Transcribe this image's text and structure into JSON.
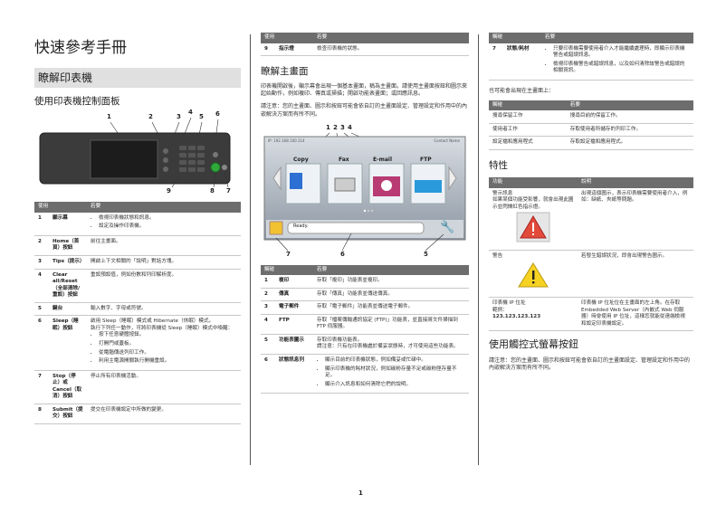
{
  "page_number": "1",
  "col1": {
    "title": "快速參考手冊",
    "section": "瞭解印表機",
    "subtitle": "使用印表機控制面板",
    "callouts": [
      "1",
      "2",
      "3",
      "4",
      "5",
      "6",
      "7",
      "8",
      "9"
    ],
    "table": {
      "headers": [
        "使用",
        "若要"
      ],
      "rows": [
        {
          "n": "1",
          "label": "顯示幕",
          "items": [
            "檢視印表機狀態和訊息。",
            "設定及操作印表機。"
          ]
        },
        {
          "n": "2",
          "label": "Home（首頁）按鈕",
          "text": "前往主畫面。"
        },
        {
          "n": "3",
          "label": "Tips（提示）",
          "text": "開啟上下文相關的「說明」對話方塊。"
        },
        {
          "n": "4",
          "label": "Clear all/Reset（全部清除/重設）按鈕",
          "text": "重設預設值，例如份數和列印解析度。"
        },
        {
          "n": "5",
          "label": "鍵台",
          "text": "輸入數字、字母或符號。"
        },
        {
          "n": "6",
          "label": "Sleep（睡眠）按鈕",
          "text": "啟用 Sleep（睡眠）模式或 Hibernate（休眠）模式。",
          "text2": "執行下列任一動作，可將印表機從 Sleep（睡眠）模式中喚醒：",
          "items": [
            "按下任意硬體按鈕。",
            "打開門或蓋板。",
            "從電腦傳送列印工作。",
            "利用主電源開關執行開機重設。"
          ]
        },
        {
          "n": "7",
          "label": "Stop（停止）或 Cancel（取消）按鈕",
          "text": "停止所有印表機活動。"
        },
        {
          "n": "8",
          "label": "Submit（提交）按鈕",
          "text": "提交在印表機設定中所做的變更。"
        }
      ]
    }
  },
  "col2": {
    "top_table": {
      "headers": [
        "使用",
        "若要"
      ],
      "rows": [
        {
          "n": "9",
          "label": "指示燈",
          "text": "檢查印表機的狀態。"
        }
      ]
    },
    "heading": "瞭解主畫面",
    "para1": "印表機開啟後，顯示幕會出現一個基本畫面，稱為主畫面。請使用主畫面按鈕和圖示來起始動作，例如複印、傳真或掃描；開啟功能表畫面；或回應訊息。",
    "para2": "請注意：您的主畫面、圖示和按鈕可能會依自訂的主畫面設定、管理設定和作用中的內嵌解決方案而有所不同。",
    "screen": {
      "ip": "IP: 192.168.100.114",
      "contact": "Contact Name",
      "callouts_top": [
        "1",
        "2",
        "3",
        "4"
      ],
      "icons": [
        "Copy",
        "Fax",
        "E-mail",
        "FTP"
      ],
      "status": "Ready.",
      "callouts_bottom": [
        "7",
        "6",
        "5"
      ]
    },
    "table": {
      "headers": [
        "觸碰",
        "若要"
      ],
      "rows": [
        {
          "n": "1",
          "label": "複印",
          "text": "存取「複印」功能表並複印。"
        },
        {
          "n": "2",
          "label": "傳真",
          "text": "存取「傳真」功能表並傳送傳真。"
        },
        {
          "n": "3",
          "label": "電子郵件",
          "text": "存取「電子郵件」功能表並傳送電子郵件。"
        },
        {
          "n": "4",
          "label": "FTP",
          "text": "存取「檔案傳輸通訊協定 (FTP)」功能表，並直接將文件掃描到 FTP 伺服器。"
        },
        {
          "n": "5",
          "label": "功能表圖示",
          "text": "存取印表機功能表。",
          "text2": "請注意：只有在印表機處於備妥狀態時，才可使用這些功能表。"
        },
        {
          "n": "6",
          "label": "狀態訊息列",
          "items": [
            "顯示目前的印表機狀態，例如備妥或忙碌中。",
            "顯示印表機的耗材狀況，例如碳粉存量不足或碳粉匣存量不足。",
            "顯示介入訊息和如何清除它們的說明。"
          ]
        }
      ]
    }
  },
  "col3": {
    "top_table": {
      "headers": [
        "觸碰",
        "若要"
      ],
      "rows": [
        {
          "n": "7",
          "label": "狀態/耗材",
          "items": [
            "只要印表機需要使用者介入才能繼續處理時，即顯示印表機警告或錯誤訊息。",
            "檢視印表機警告或錯誤訊息，以及如何清除該警告或錯誤的相關資訊。"
          ]
        }
      ]
    },
    "mid_intro": "也可能會出現在主畫面上：",
    "mid_table": {
      "headers": [
        "觸碰",
        "若要"
      ],
      "rows": [
        {
          "label": "搜尋保留工作",
          "text": "搜尋目前的保留工作。"
        },
        {
          "label": "使用者工作",
          "text": "存取使用者所儲存的列印工作。"
        },
        {
          "label": "設定檔和應用程式",
          "text": "存取設定檔和應用程式。"
        }
      ]
    },
    "features_heading": "特性",
    "features_table": {
      "headers": [
        "功能",
        "說明"
      ],
      "rows": [
        {
          "label": "警示訊息",
          "sub": "如果某個功能受影響，就會出現此圖示並閃爍紅色指示燈。",
          "icon": "warning-red",
          "text": "出現這個圖示，表示印表機需要使用者介入，例如：缺紙、夾紙等問題。"
        },
        {
          "label": "警告",
          "icon": "warning-yellow",
          "text": "若發生錯誤狀況，即會出現警告圖示。"
        },
        {
          "label": "印表機 IP 位址",
          "sub": "範例：",
          "sample": "123.123.123.123",
          "text": "印表機 IP 位址位在主畫面的左上角。在存取 Embedded Web Server（內嵌式 Web 伺服器）時會使用 IP 位址，這樣您就能從遠端檢視和設定印表機設定。"
        }
      ]
    },
    "heading2": "使用觸控式螢幕按鈕",
    "para": "請注意：您的主畫面、圖示和按鈕可能會依自訂的主畫面設定、管理設定和作用中的內嵌解決方案而有所不同。"
  }
}
